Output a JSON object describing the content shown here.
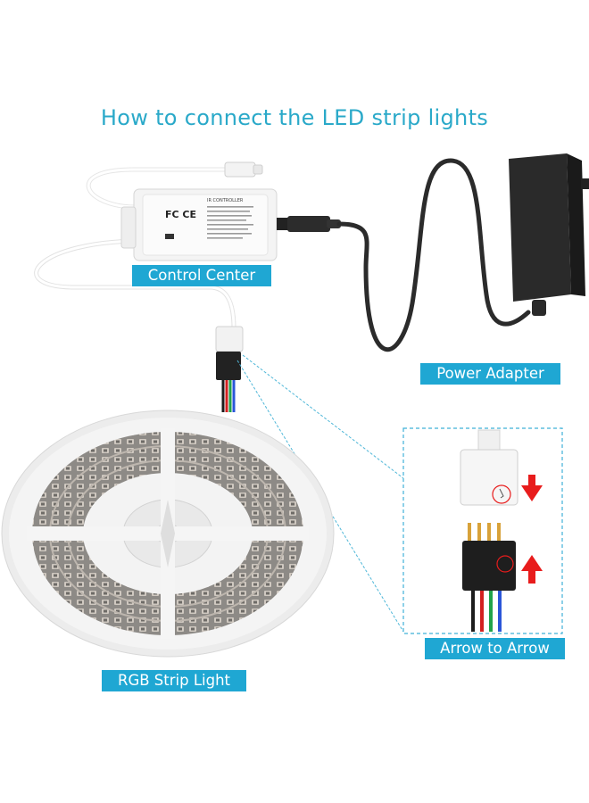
{
  "title": "How to connect the LED strip lights",
  "labels": {
    "control_center": "Control Center",
    "power_adapter": "Power Adapter",
    "rgb_strip_light": "RGB Strip Light",
    "arrow_to_arrow": "Arrow to Arrow"
  },
  "controller_text": {
    "cert_marks": "FC CE",
    "heading": "IR CONTROLLER"
  },
  "colors": {
    "accent": "#1fa7d3",
    "title": "#2aa9c9",
    "arrow": "#e81c1c",
    "cable": "#2b2b2b"
  },
  "icons": [
    "down-arrow-icon",
    "up-arrow-icon"
  ]
}
